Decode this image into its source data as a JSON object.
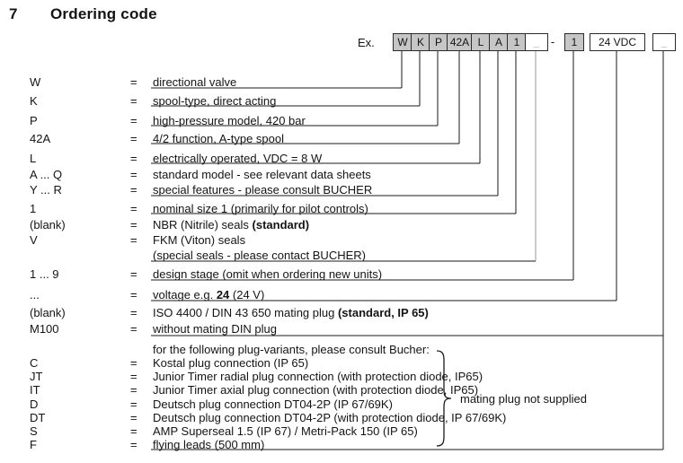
{
  "header": {
    "section_number": "7",
    "title": "Ordering code"
  },
  "example": {
    "label": "Ex.",
    "separator": "-",
    "boxes": [
      {
        "text": "W",
        "fill": "gray"
      },
      {
        "text": "K",
        "fill": "gray"
      },
      {
        "text": "P",
        "fill": "gray"
      },
      {
        "text": "42A",
        "fill": "gray"
      },
      {
        "text": "L",
        "fill": "gray"
      },
      {
        "text": "A",
        "fill": "gray"
      },
      {
        "text": "1",
        "fill": "gray"
      },
      {
        "text": "_",
        "fill": "white",
        "muted": true
      },
      {
        "text": "1",
        "fill": "gray"
      },
      {
        "text": "24 VDC",
        "fill": "white"
      },
      {
        "text": "_",
        "fill": "white",
        "muted": true
      }
    ]
  },
  "rows": [
    {
      "id": "w",
      "code": "W",
      "eq": "=",
      "desc": [
        {
          "t": "directional valve"
        }
      ]
    },
    {
      "id": "k",
      "code": "K",
      "eq": "=",
      "desc": [
        {
          "t": "spool-type, direct acting"
        }
      ]
    },
    {
      "id": "p",
      "code": "P",
      "eq": "=",
      "desc": [
        {
          "t": "high-pressure model, 420 bar"
        }
      ]
    },
    {
      "id": "42a",
      "code": "42A",
      "eq": "=",
      "desc": [
        {
          "t": "4/2 function, A-type spool"
        }
      ]
    },
    {
      "id": "l",
      "code": "L",
      "eq": "=",
      "desc": [
        {
          "t": "electrically operated, VDC = 8 W"
        }
      ]
    },
    {
      "id": "aq",
      "code": "A ... Q",
      "eq": "=",
      "desc": [
        {
          "t": "standard model - see relevant data sheets"
        }
      ]
    },
    {
      "id": "yr",
      "code": "Y ... R",
      "eq": "=",
      "desc": [
        {
          "t": "special features - please consult BUCHER"
        }
      ]
    },
    {
      "id": "size1",
      "code": "1",
      "eq": "=",
      "desc": [
        {
          "t": "nominal size 1 (primarily for pilot controls)"
        }
      ]
    },
    {
      "id": "sblank",
      "code": "(blank)",
      "eq": "=",
      "desc": [
        {
          "t": "NBR (Nitrile) seals "
        },
        {
          "t": "(standard)",
          "b": true
        }
      ]
    },
    {
      "id": "sv",
      "code": "V",
      "eq": "=",
      "desc": [
        {
          "t": "FKM (Viton) seals"
        }
      ]
    },
    {
      "id": "snote",
      "code": "",
      "eq": "",
      "desc": [
        {
          "t": "(special seals - please contact BUCHER)"
        }
      ]
    },
    {
      "id": "design",
      "code": "1 ... 9",
      "eq": "=",
      "desc": [
        {
          "t": "design stage (omit when ordering new units)"
        }
      ]
    },
    {
      "id": "voltage",
      "code": "...",
      "eq": "=",
      "desc": [
        {
          "t": "voltage e.g. "
        },
        {
          "t": "24",
          "b": true
        },
        {
          "t": " (24 V)"
        }
      ]
    },
    {
      "id": "pblank",
      "code": "(blank)",
      "eq": "=",
      "desc": [
        {
          "t": "ISO 4400 / DIN 43 650 mating plug "
        },
        {
          "t": "(standard, IP 65)",
          "b": true
        }
      ]
    },
    {
      "id": "m100",
      "code": "M100",
      "eq": "=",
      "desc": [
        {
          "t": "without mating DIN plug"
        }
      ]
    },
    {
      "id": "pintro",
      "code": "",
      "eq": "",
      "desc": [
        {
          "t": "for the following plug-variants, please consult Bucher:"
        }
      ]
    },
    {
      "id": "c",
      "code": "C",
      "eq": "=",
      "desc": [
        {
          "t": "Kostal plug connection (IP 65)"
        }
      ]
    },
    {
      "id": "jt",
      "code": "JT",
      "eq": "=",
      "desc": [
        {
          "t": "Junior Timer radial plug connection (with protection diode, IP65)"
        }
      ]
    },
    {
      "id": "it",
      "code": "IT",
      "eq": "=",
      "desc": [
        {
          "t": "Junior Timer axial plug connection (with protection diode, IP65)"
        }
      ]
    },
    {
      "id": "d",
      "code": "D",
      "eq": "=",
      "desc": [
        {
          "t": "Deutsch plug connection DT04-2P (IP 67/69K)"
        }
      ]
    },
    {
      "id": "dt",
      "code": "DT",
      "eq": "=",
      "desc": [
        {
          "t": "Deutsch plug connection DT04-2P (with protection diode, IP 67/69K)"
        }
      ]
    },
    {
      "id": "s",
      "code": "S",
      "eq": "=",
      "desc": [
        {
          "t": "AMP Superseal 1.5 (IP 67) / Metri-Pack 150 (IP 65)"
        }
      ]
    },
    {
      "id": "f",
      "code": "F",
      "eq": "=",
      "desc": [
        {
          "t": "flying leads (500 mm)"
        }
      ]
    }
  ],
  "brace_note": "mating plug not supplied",
  "colors": {
    "box_gray": "#c6c6c6",
    "line": "#1a1a1a",
    "muted_line": "#9a9a9a"
  }
}
